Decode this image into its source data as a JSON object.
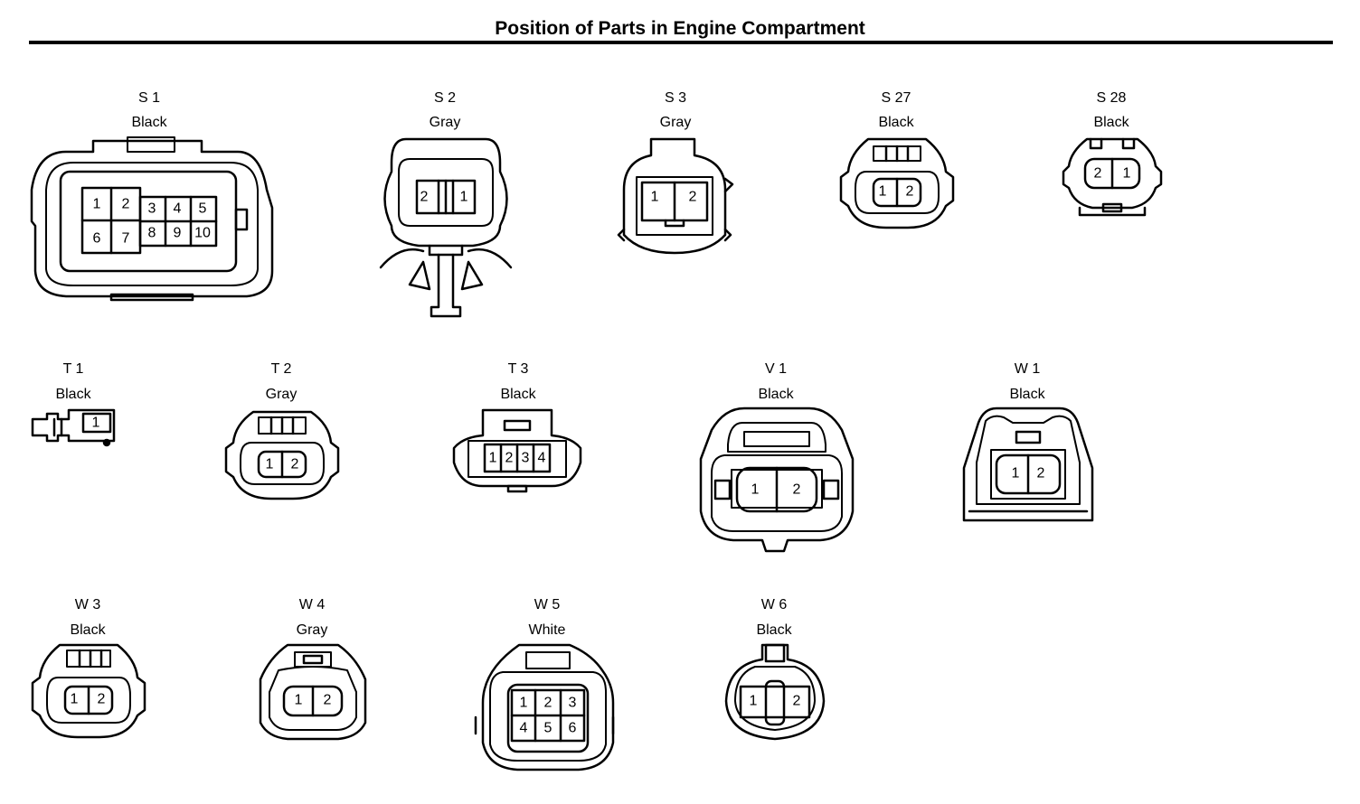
{
  "title": "Position of Parts in Engine Compartment",
  "connectors": [
    {
      "code": "S 1",
      "color": "Black",
      "pins": [
        "1",
        "2",
        "3",
        "4",
        "5",
        "6",
        "7",
        "8",
        "9",
        "10"
      ]
    },
    {
      "code": "S 2",
      "color": "Gray",
      "pins": [
        "2",
        "1"
      ]
    },
    {
      "code": "S 3",
      "color": "Gray",
      "pins": [
        "1",
        "2"
      ]
    },
    {
      "code": "S 27",
      "color": "Black",
      "pins": [
        "1",
        "2"
      ]
    },
    {
      "code": "S 28",
      "color": "Black",
      "pins": [
        "2",
        "1"
      ]
    },
    {
      "code": "T 1",
      "color": "Black",
      "pins": [
        "1"
      ]
    },
    {
      "code": "T 2",
      "color": "Gray",
      "pins": [
        "1",
        "2"
      ]
    },
    {
      "code": "T 3",
      "color": "Black",
      "pins": [
        "1",
        "2",
        "3",
        "4"
      ]
    },
    {
      "code": "V 1",
      "color": "Black",
      "pins": [
        "1",
        "2"
      ]
    },
    {
      "code": "W 1",
      "color": "Black",
      "pins": [
        "1",
        "2"
      ]
    },
    {
      "code": "W 3",
      "color": "Black",
      "pins": [
        "1",
        "2"
      ]
    },
    {
      "code": "W 4",
      "color": "Gray",
      "pins": [
        "1",
        "2"
      ]
    },
    {
      "code": "W 5",
      "color": "White",
      "pins": [
        "1",
        "2",
        "3",
        "4",
        "5",
        "6"
      ]
    },
    {
      "code": "W 6",
      "color": "Black",
      "pins": [
        "1",
        "2"
      ]
    }
  ]
}
